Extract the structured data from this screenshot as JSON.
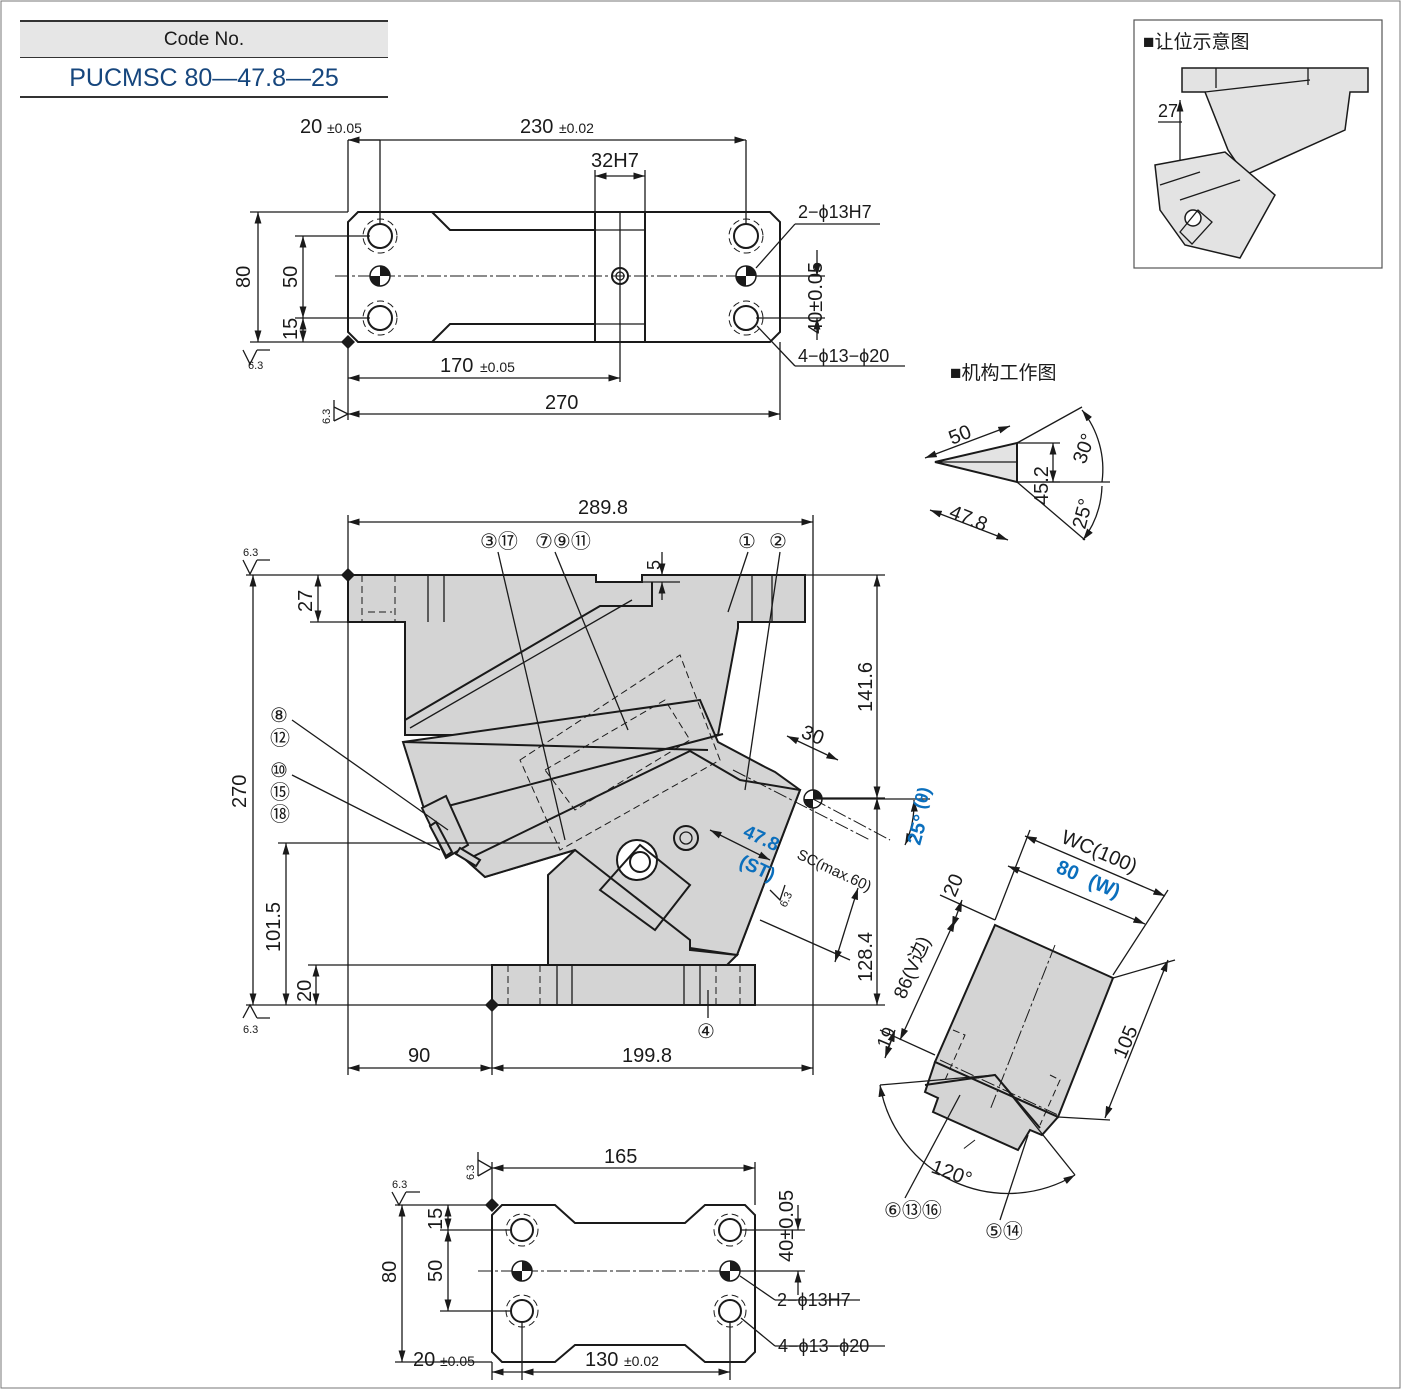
{
  "code_box": {
    "header": "Code No.",
    "value": "PUCMSC 80—47.8—25"
  },
  "clearance_view": {
    "title": "■让位示意图",
    "dim": "27"
  },
  "mechanism_view": {
    "title": "■机构工作图",
    "dims": [
      "50",
      "47.8",
      "45.2",
      "30°",
      "25°"
    ]
  },
  "top_plate": {
    "dims": {
      "offset": "20",
      "offset_tol": "±0.05",
      "pitch": "230",
      "pitch_tol": "±0.02",
      "slot": "32H7",
      "height": "80",
      "inner": "50",
      "low": "15",
      "half": "170",
      "half_tol": "±0.05",
      "length": "270",
      "vert": "40±0.05",
      "roughness": "6.3"
    },
    "callouts": {
      "pins": "2−ϕ13H7",
      "holes": "4−ϕ13−ϕ20"
    }
  },
  "front_view": {
    "dims": {
      "width": "289.8",
      "total_height": "270",
      "top_thk": "27",
      "slot_depth": "5",
      "h1": "141.6",
      "h2": "128.4",
      "base_h": "101.5",
      "base_thk": "20",
      "left": "90",
      "right": "199.8",
      "d30": "30",
      "stroke": "47.8",
      "stroke_tag": "(ST)",
      "angle": "25°",
      "angle_tag": "(θ)",
      "sc": "SC(max.60)",
      "roughness": "6.3"
    },
    "balloons": {
      "b1": "①",
      "b2": "②",
      "b3_17": "③⑰",
      "b7_9_11": "⑦⑨⑪",
      "b8": "⑧",
      "b12": "⑫",
      "b10": "⑩",
      "b15": "⑮",
      "b18": "⑱",
      "b4": "④"
    }
  },
  "side_view": {
    "dims": {
      "wc": "WC(100)",
      "w": "80",
      "w_tag": "(W)",
      "d20": "20",
      "v": "86(V边)",
      "d19": "19",
      "d105": "105",
      "angle": "120°"
    },
    "balloons": {
      "b6_13_16": "⑥⑬⑯",
      "b5_14": "⑤⑭"
    }
  },
  "bottom_plate": {
    "dims": {
      "width": "165",
      "height": "80",
      "inner": "50",
      "low": "15",
      "offset": "20",
      "offset_tol": "±0.05",
      "pitch": "130",
      "pitch_tol": "±0.02",
      "vert": "40±0.05",
      "roughness": "6.3"
    },
    "callouts": {
      "pins": "2−ϕ13H7",
      "holes": "4−ϕ13−ϕ20"
    }
  }
}
